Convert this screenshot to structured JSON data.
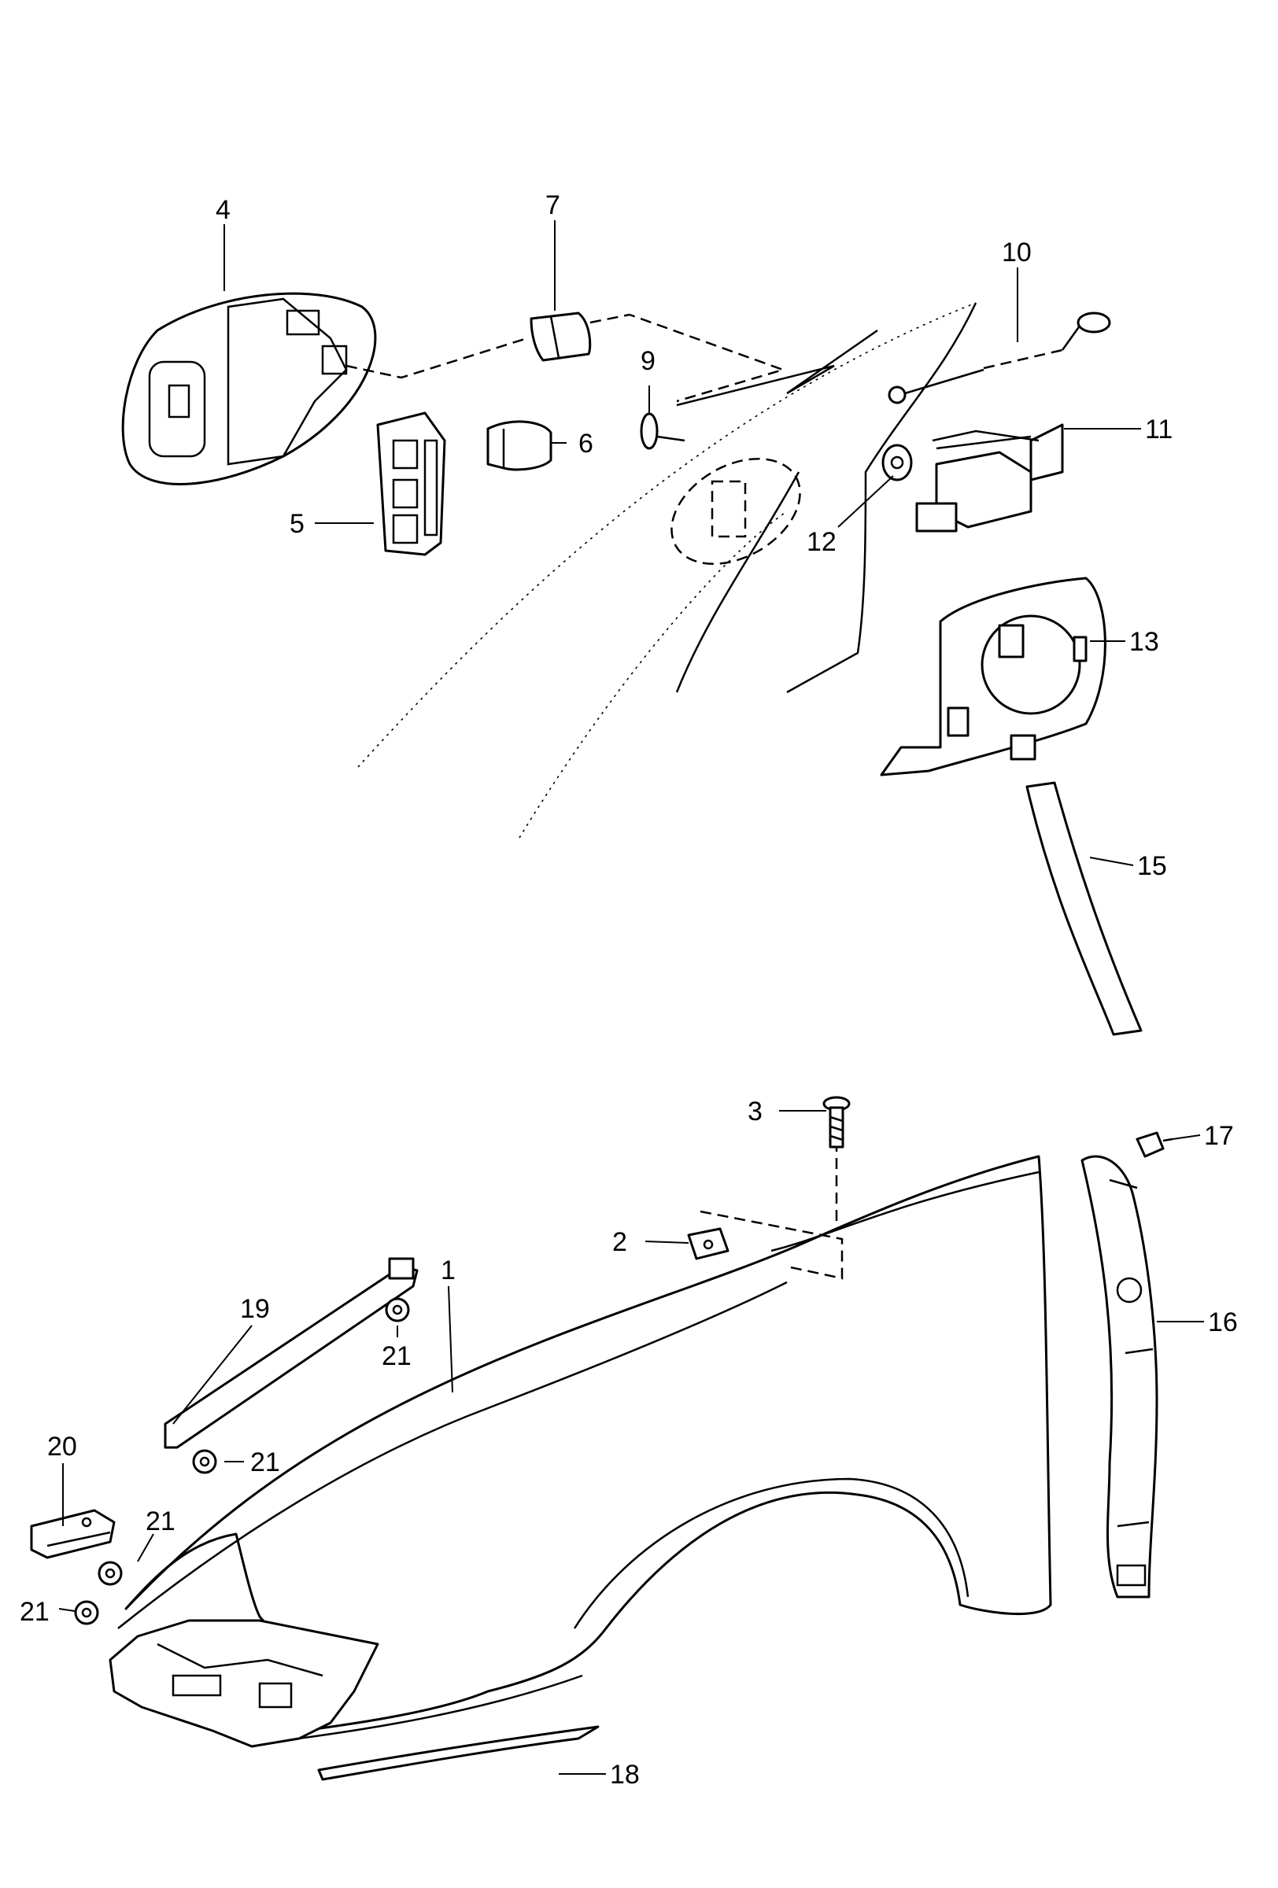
{
  "callouts": {
    "c1": "1",
    "c2": "2",
    "c3": "3",
    "c4": "4",
    "c5": "5",
    "c6": "6",
    "c7": "7",
    "c9": "9",
    "c10": "10",
    "c11": "11",
    "c12": "12",
    "c13": "13",
    "c15": "15",
    "c16": "16",
    "c17": "17",
    "c18": "18",
    "c19": "19",
    "c20": "20",
    "c21a": "21",
    "c21b": "21",
    "c21c": "21",
    "c21d": "21"
  }
}
